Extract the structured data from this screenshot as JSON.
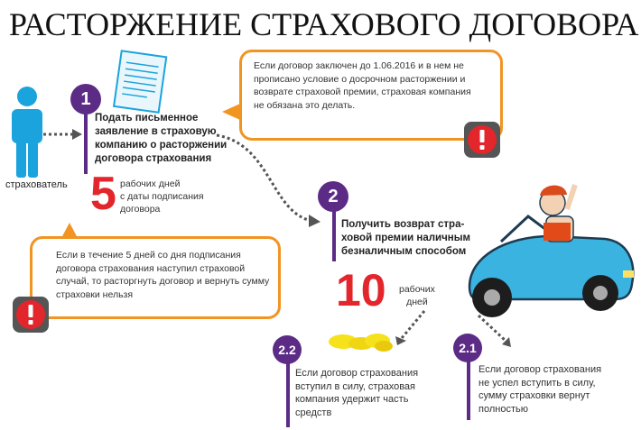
{
  "title": "РАСТОРЖЕНИЕ СТРАХОВОГО ДОГОВОРА",
  "insured_label": "страхователь",
  "step1": {
    "number": "1",
    "heading_lines": [
      "Подать письменное",
      "заявление в страховую",
      "компанию о расторжении",
      "договора страхования"
    ],
    "days_value": "5",
    "days_lines": [
      "рабочих дней",
      "с даты подписания",
      "договора"
    ]
  },
  "step2": {
    "number": "2",
    "heading_lines": [
      "Получить возврат стра-",
      "ховой премии наличным",
      "безналичным способом"
    ],
    "days_value": "10",
    "days_lines": [
      "рабочих",
      "дней"
    ]
  },
  "step2_2": {
    "number": "2.2",
    "text_lines": [
      "Если договор страхования",
      "вступил в силу, страховая",
      "компания удержит часть",
      "средств"
    ]
  },
  "step2_1": {
    "number": "2.1",
    "text_lines": [
      "Если договор страхования",
      "не успел вступить в силу,",
      "сумму страховки вернут",
      "полностью"
    ]
  },
  "note_top": {
    "text_lines": [
      "Если договор заключен до 1.06.2016 и в нем не",
      "прописано условие о досрочном расторжении и",
      "возврате страховой премии, страховая компания",
      "не обязана это делать."
    ]
  },
  "note_left": {
    "text_lines": [
      "Если в течение 5 дней со дня подписания",
      "договора страхования наступил страховой",
      "случай, то расторгнуть договор и вернуть сумму",
      "страховки нельзя"
    ]
  },
  "colors": {
    "accent_purple": "#5b2b86",
    "bubble_orange": "#f29422",
    "warning_red": "#e2262b",
    "person_blue": "#1aa3dd",
    "car_blue": "#3bb3e0"
  },
  "icons": [
    "person-icon",
    "document-icon",
    "warning-icon",
    "coins-icon",
    "car-illustration"
  ]
}
